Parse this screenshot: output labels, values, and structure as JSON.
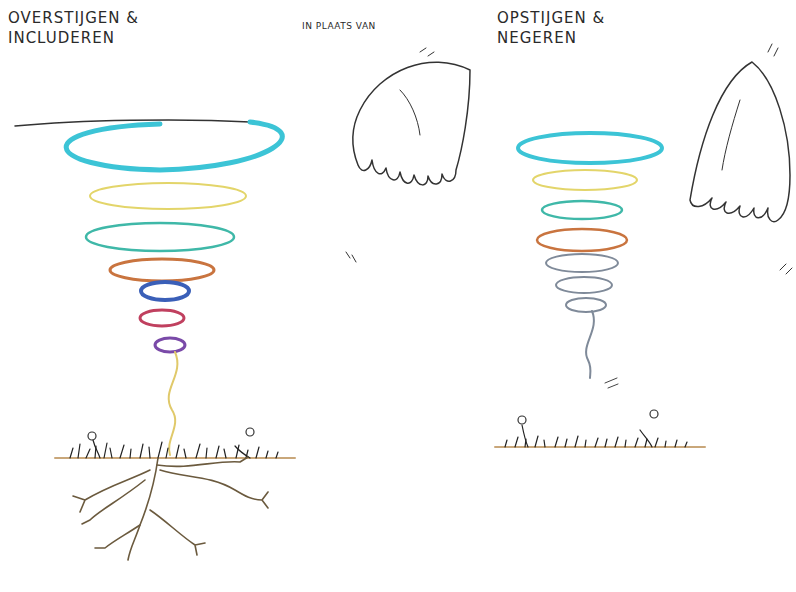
{
  "diagram": {
    "labels": [
      "OVERSTIJGEN & INCLUDEREN",
      "IN PLAATS VAN",
      "OPSTIJGEN & NEGEREN"
    ]
  }
}
